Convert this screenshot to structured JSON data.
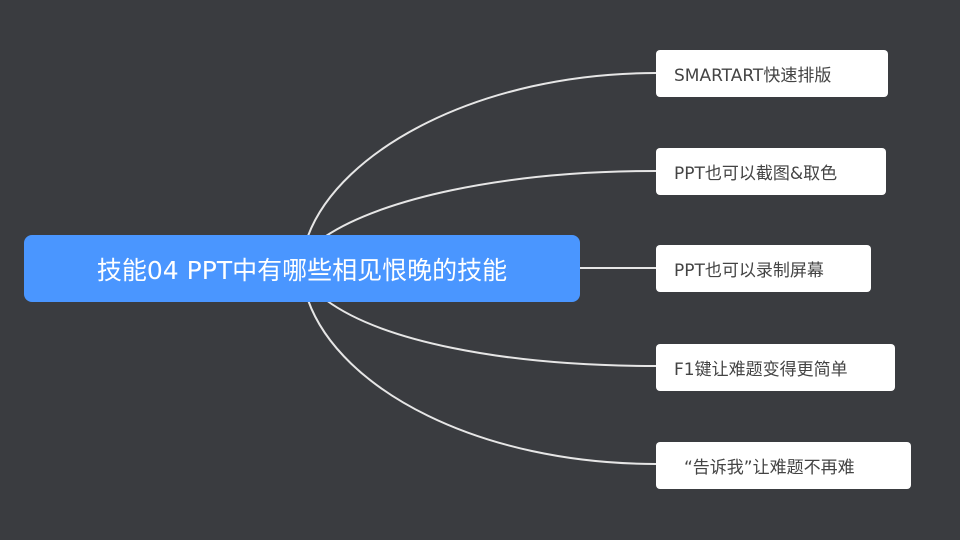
{
  "root": {
    "label": "技能04 PPT中有哪些相见恨晚的技能"
  },
  "branches": [
    {
      "label": "SMARTART快速排版"
    },
    {
      "label": "PPT也可以截图&取色"
    },
    {
      "label": "PPT也可以录制屏幕"
    },
    {
      "label": "F1键让难题变得更简单"
    },
    {
      "label": "“告诉我”让难题不再难"
    }
  ],
  "colors": {
    "background": "#3a3c40",
    "root": "#4a96ff",
    "node": "#ffffff",
    "line": "#e6e6e6"
  }
}
